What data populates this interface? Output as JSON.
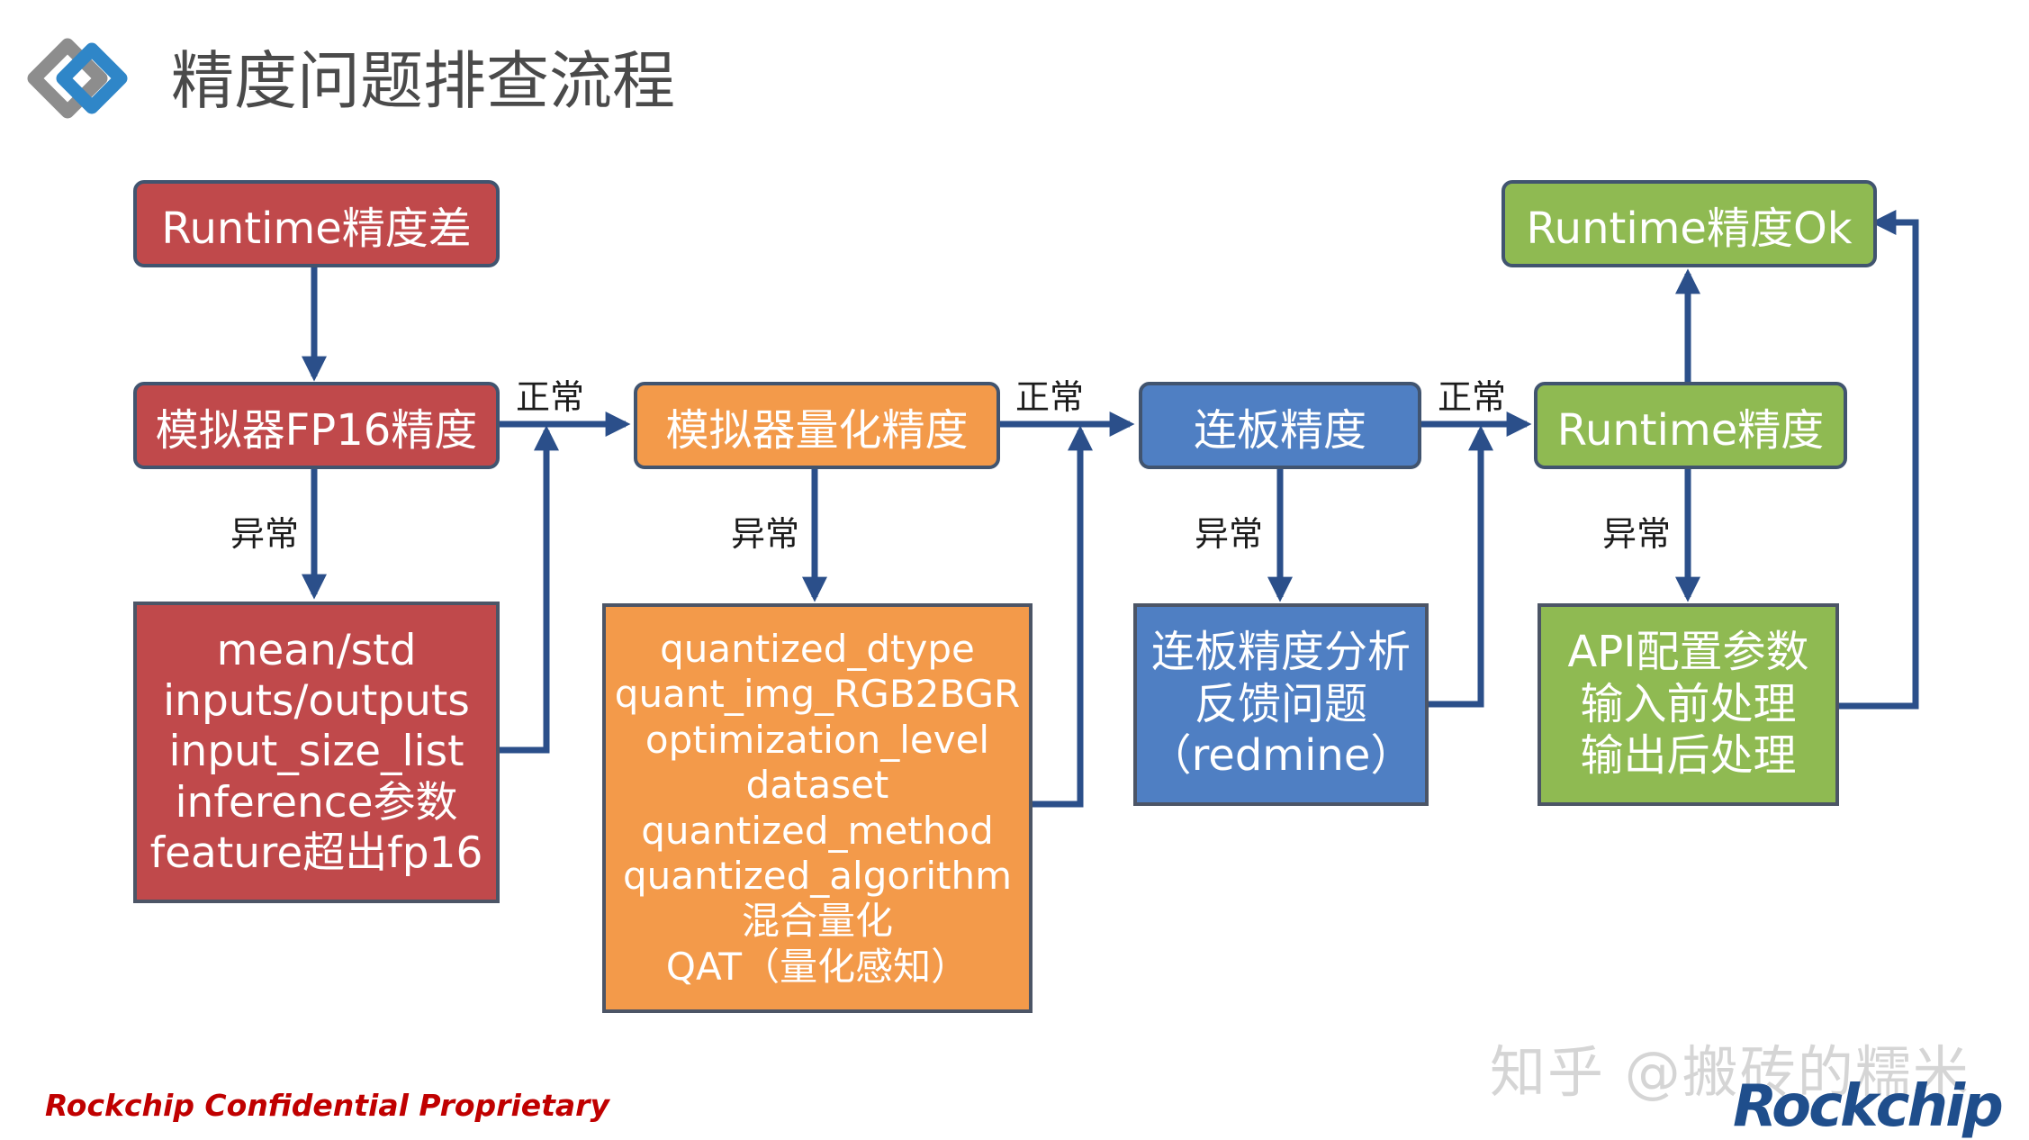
{
  "header": {
    "title": "精度问题排查流程",
    "logo_icon": "diamond-link-icon",
    "logo_colors": [
      "#2f86c8",
      "#8d8d8d"
    ]
  },
  "flow": {
    "start": "Runtime精度差",
    "step1": "模拟器FP16精度",
    "step2": "模拟器量化精度",
    "step3": "连板精度",
    "step4": "Runtime精度",
    "end": "Runtime精度Ok",
    "step1_checks": [
      "mean/std",
      "inputs/outputs",
      "input_size_list",
      "inference参数",
      "feature超出fp16"
    ],
    "step2_checks": [
      "quantized_dtype",
      "quant_img_RGB2BGR",
      "optimization_level",
      "dataset",
      "quantized_method",
      "quantized_algorithm",
      "混合量化",
      "QAT（量化感知）"
    ],
    "step3_checks": [
      "连板精度分析",
      "反馈问题",
      "（redmine）"
    ],
    "step4_checks": [
      "API配置参数",
      "输入前处理",
      "输出后处理"
    ]
  },
  "edge_labels": {
    "normal": "正常",
    "abnormal": "异常"
  },
  "footer": {
    "confidential": "Rockchip Confidential Proprietary",
    "watermark": "知乎 @搬砖的糯米",
    "brand": "Rockchip"
  },
  "colors": {
    "red": "#c0494b",
    "orange": "#f39a4a",
    "blue": "#4f7fc3",
    "green": "#8fba52",
    "arrow": "#2b4f8a",
    "confidential": "#c00000",
    "brand": "#1f4e8c"
  }
}
